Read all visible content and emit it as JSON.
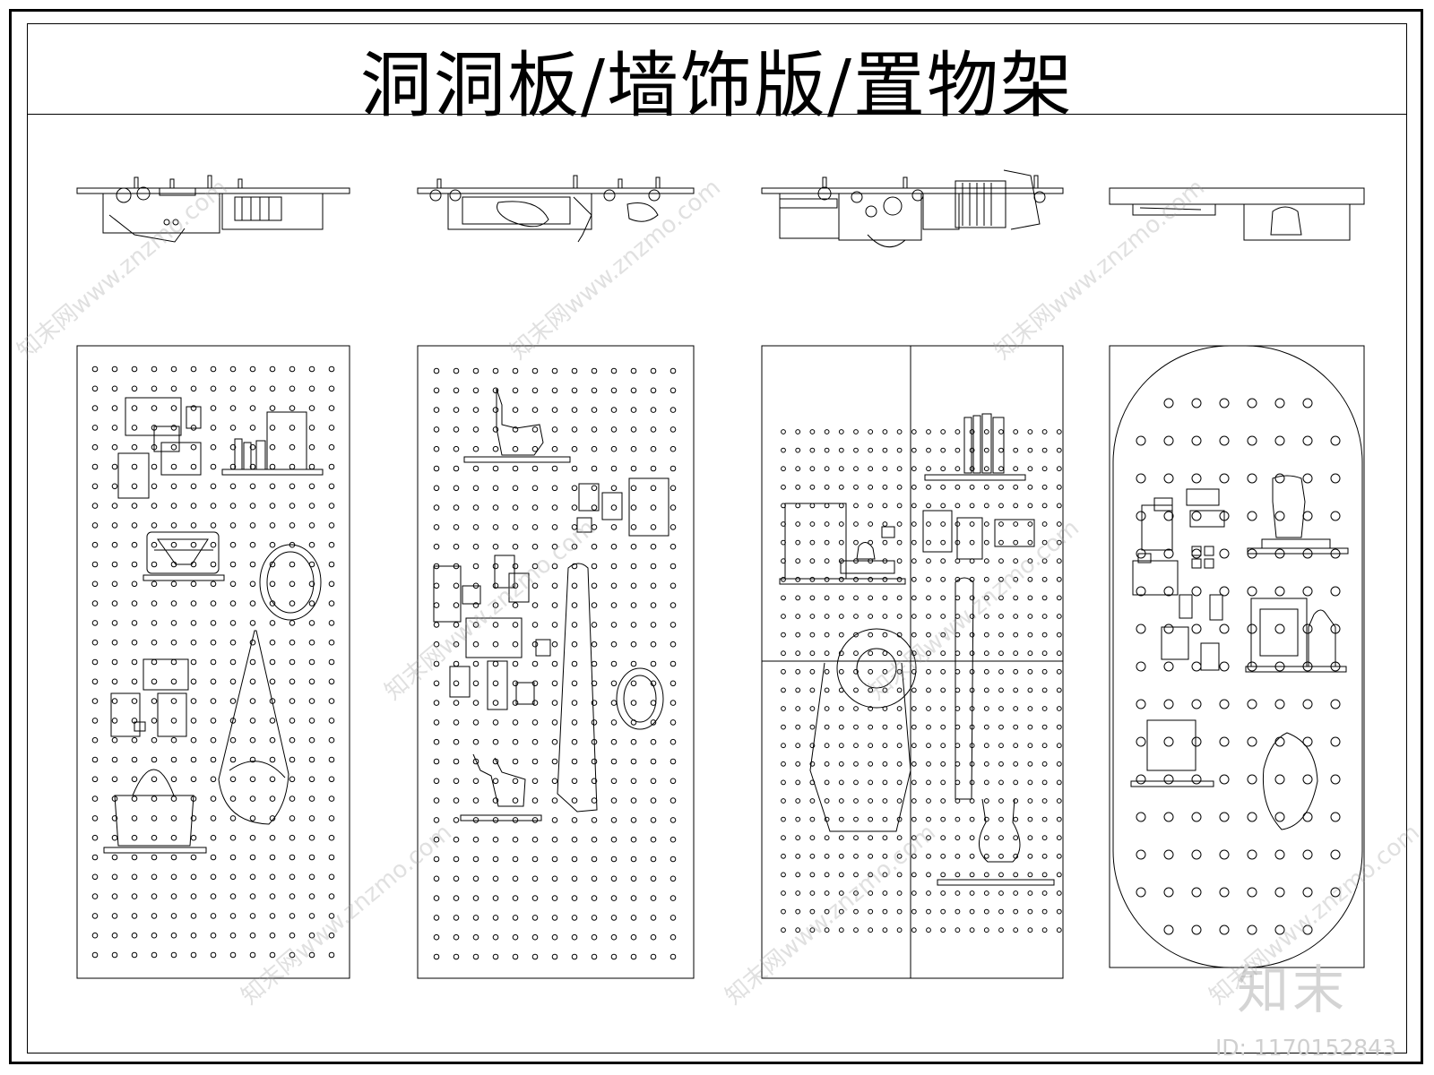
{
  "title": "洞洞板/墙饰版/置物架",
  "watermark": {
    "brand": "知末",
    "text": "知末网www.znzmo.com",
    "id_label": "ID: 1170152843"
  },
  "colors": {
    "line": "#000000",
    "background": "#ffffff",
    "watermark": "#b0b0b0"
  },
  "panels": [
    {
      "shape": "rect",
      "split_grid": false
    },
    {
      "shape": "rect",
      "split_grid": false
    },
    {
      "shape": "rect",
      "split_grid": true
    },
    {
      "shape": "rounded-oval",
      "split_grid": false
    }
  ]
}
